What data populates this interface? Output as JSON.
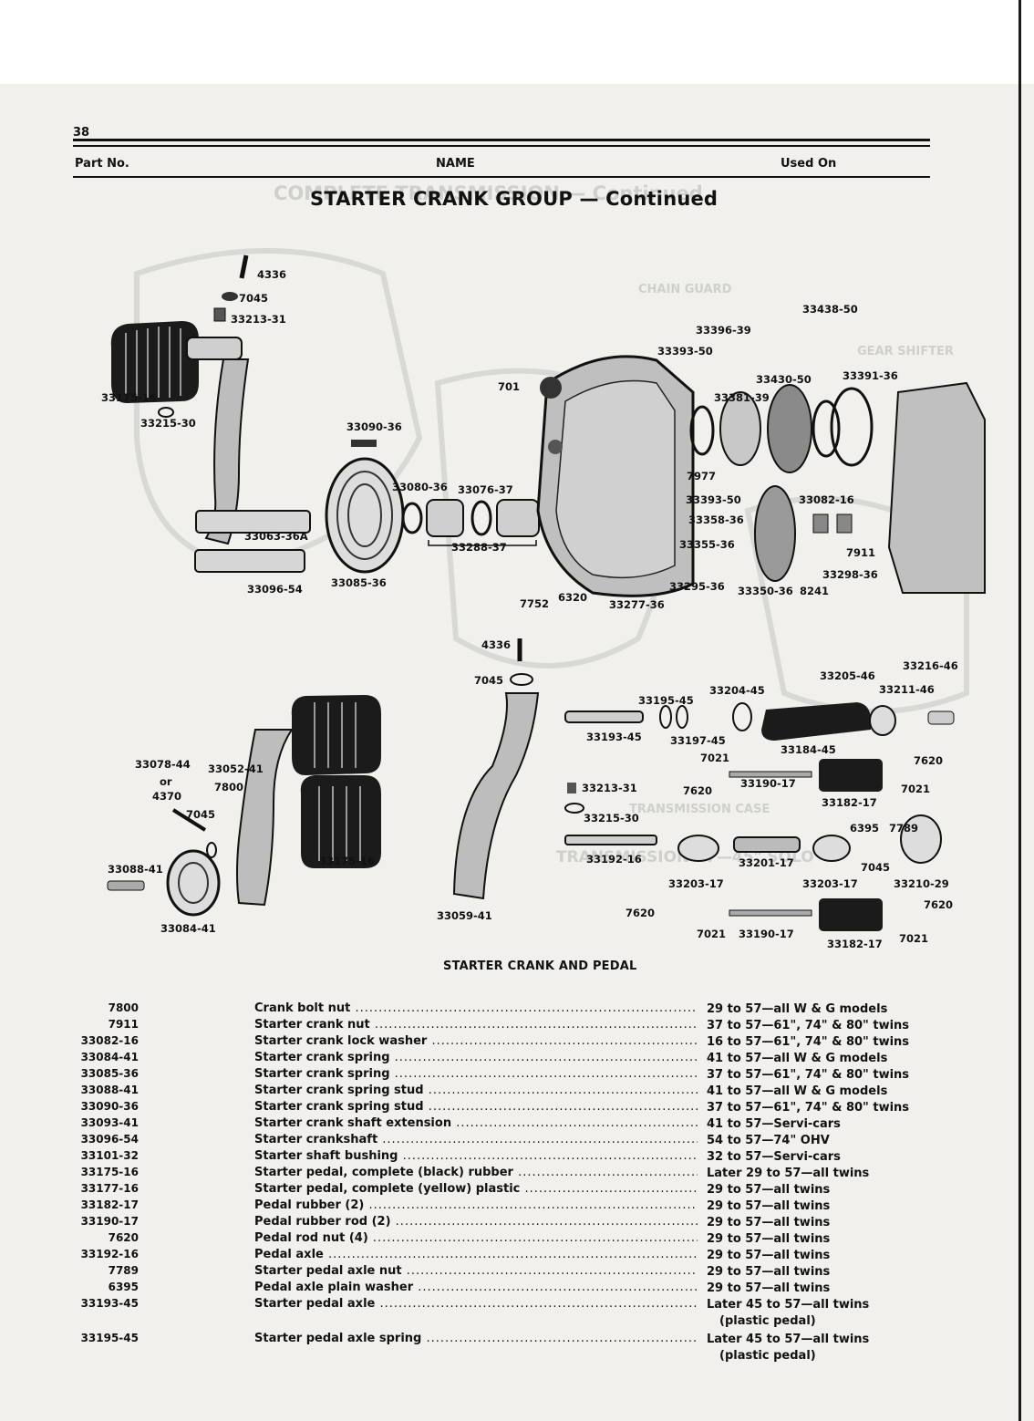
{
  "page": {
    "number": "38",
    "col_part": "Part No.",
    "col_name": "NAME",
    "col_used": "Used On",
    "title": "STARTER CRANK GROUP — Continued"
  },
  "diagram": {
    "subtitle": "STARTER CRANK AND PEDAL",
    "labels": [
      "4336",
      "7045",
      "33213-31",
      "33175-16",
      "33215-30",
      "33090-36",
      "33080-36",
      "33076-37",
      "33288-37",
      "33063-36A",
      "33096-54",
      "33085-36",
      "701",
      "7752",
      "6320",
      "33277-36",
      "33438-50",
      "33396-39",
      "33393-50",
      "33430-50",
      "33391-36",
      "33381-39",
      "7977",
      "33393-50",
      "33358-36",
      "33082-16",
      "33355-36",
      "7911",
      "33298-36",
      "33295-36",
      "33350-36",
      "8241",
      "4336",
      "7045",
      "33216-46",
      "33205-46",
      "33211-46",
      "33195-45",
      "33204-45",
      "33193-45",
      "33197-45",
      "33184-45",
      "33078-44",
      "or",
      "4370",
      "33052-41",
      "7800",
      "7045",
      "7021",
      "7620",
      "7620",
      "33190-17",
      "7021",
      "33213-31",
      "33182-17",
      "33215-30",
      "6395",
      "7789",
      "33175-16",
      "33192-16",
      "33201-17",
      "7045",
      "33088-41",
      "33203-17",
      "33203-17",
      "33210-29",
      "7620",
      "7620",
      "33059-41",
      "7021",
      "33190-17",
      "33182-17",
      "7021",
      "33084-41"
    ]
  },
  "parts": [
    {
      "part": "7800",
      "name": "Crank bolt nut",
      "used": "29 to 57—all W & G models"
    },
    {
      "part": "7911",
      "name": "Starter crank nut",
      "used": "37 to 57—61\", 74\" & 80\" twins"
    },
    {
      "part": "33082-16",
      "name": "Starter crank lock washer",
      "used": "16 to 57—61\", 74\" & 80\" twins"
    },
    {
      "part": "33084-41",
      "name": "Starter crank spring",
      "used": "41 to 57—all W & G models"
    },
    {
      "part": "33085-36",
      "name": "Starter crank spring",
      "used": "37 to 57—61\", 74\" & 80\" twins"
    },
    {
      "part": "33088-41",
      "name": "Starter crank spring stud",
      "used": "41 to 57—all W & G models"
    },
    {
      "part": "33090-36",
      "name": "Starter crank spring stud",
      "used": "37 to 57—61\", 74\" & 80\" twins"
    },
    {
      "part": "33093-41",
      "name": "Starter crank shaft extension",
      "used": "41 to 57—Servi-cars"
    },
    {
      "part": "33096-54",
      "name": "Starter crankshaft",
      "used": "54 to 57—74\" OHV"
    },
    {
      "part": "33101-32",
      "name": "Starter shaft bushing",
      "used": "32 to 57—Servi-cars"
    },
    {
      "part": "33175-16",
      "name": "Starter pedal, complete (black) rubber",
      "used": "Later 29 to 57—all twins"
    },
    {
      "part": "33177-16",
      "name": "Starter pedal, complete (yellow) plastic",
      "used": "29 to 57—all twins"
    },
    {
      "part": "33182-17",
      "name": "Pedal rubber (2)",
      "used": "29 to 57—all twins"
    },
    {
      "part": "33190-17",
      "name": "Pedal rubber rod (2)",
      "used": "29 to 57—all twins"
    },
    {
      "part": "7620",
      "name": "Pedal rod nut (4)",
      "used": "29 to 57—all twins"
    },
    {
      "part": "33192-16",
      "name": "Pedal axle",
      "used": "29 to 57—all twins"
    },
    {
      "part": "7789",
      "name": "Starter pedal axle nut",
      "used": "29 to 57—all twins"
    },
    {
      "part": "6395",
      "name": "Pedal axle plain washer",
      "used": "29 to 57—all twins"
    },
    {
      "part": "33193-45",
      "name": "Starter pedal axle",
      "used": "Later 45 to 57—all twins",
      "used2": "(plastic pedal)"
    },
    {
      "part": "33195-45",
      "name": "Starter pedal axle spring",
      "used": "Later 45 to 57—all twins",
      "used2": "(plastic pedal)"
    }
  ]
}
